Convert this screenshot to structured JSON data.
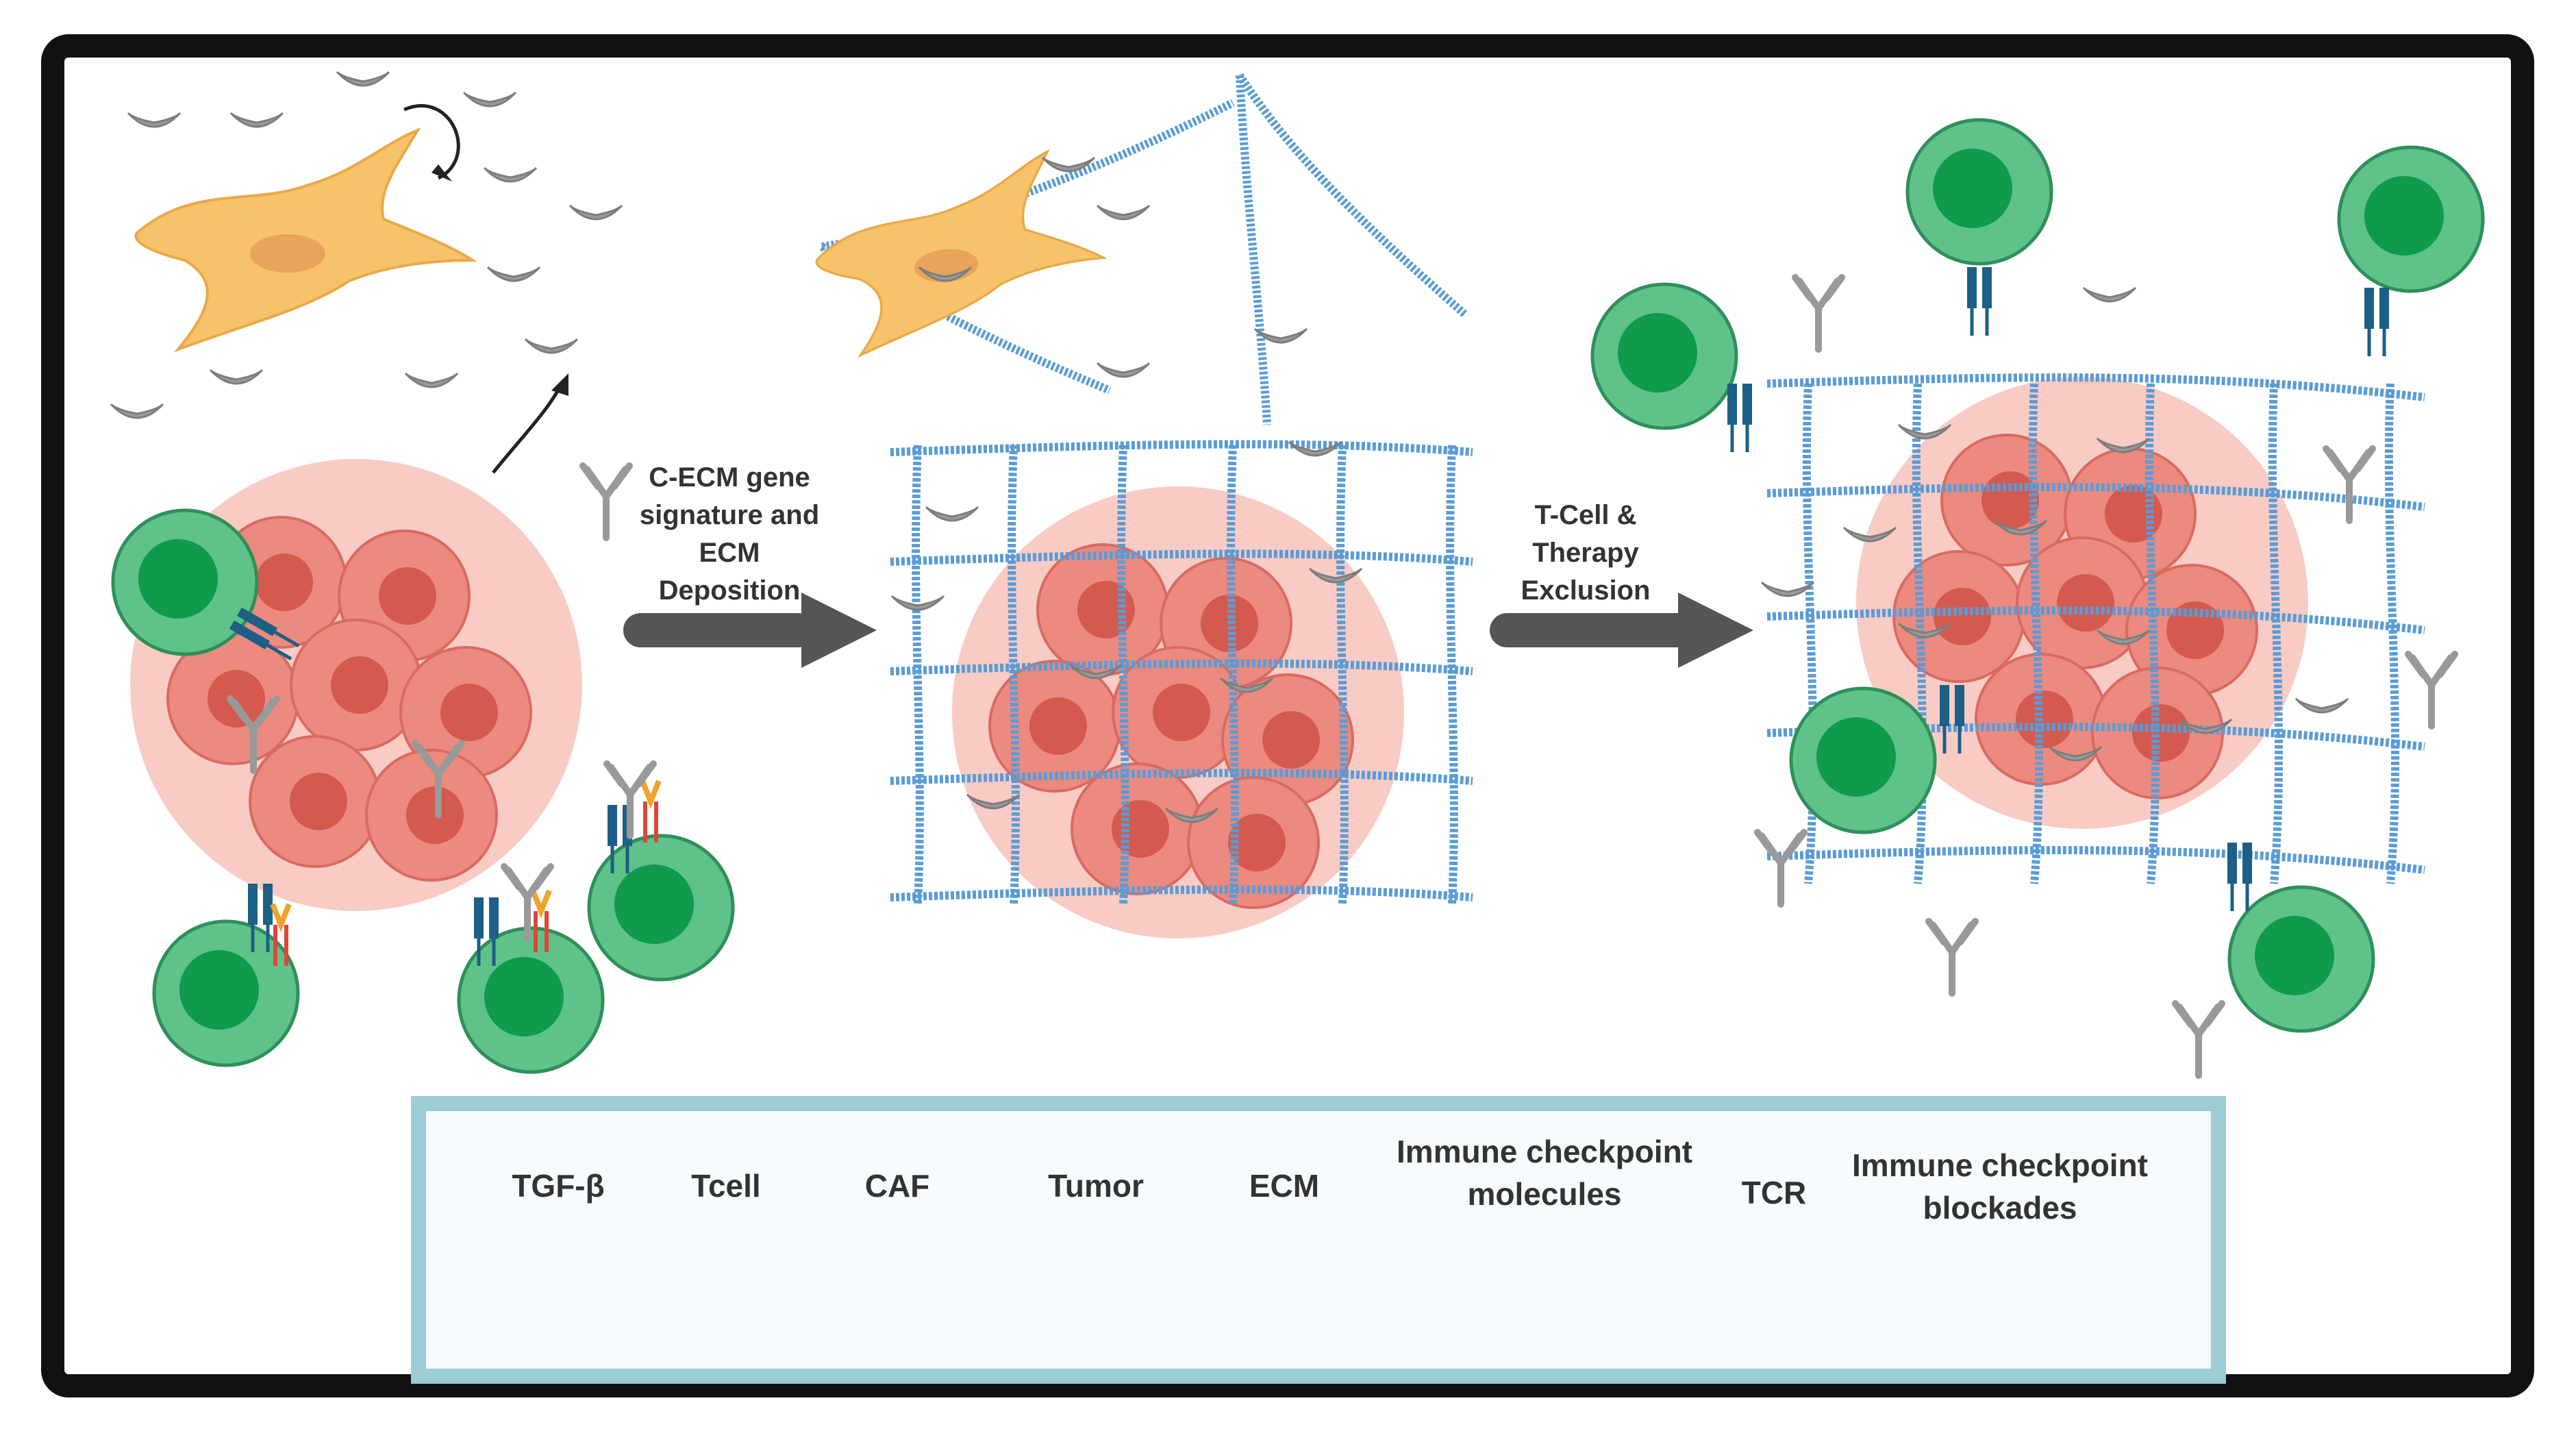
{
  "arrows": {
    "first": "C-ECM gene signature and ECM Deposition",
    "first_lines": [
      "C-ECM gene",
      "signature and",
      "ECM",
      "Deposition"
    ],
    "second": "T-Cell & Therapy Exclusion",
    "second_lines": [
      "T-Cell &",
      "Therapy",
      "Exclusion"
    ]
  },
  "legend": {
    "tgf": "TGF-β",
    "tcell": "Tcell",
    "caf": "CAF",
    "tumor": "Tumor",
    "ecm": "ECM",
    "icm_line1": "Immune checkpoint",
    "icm_line2": "molecules",
    "tcr": "TCR",
    "icb_line1": "Immune checkpoint",
    "icb_line2": "blockades"
  },
  "colors": {
    "tcell_outer": "#5fc28a",
    "tcell_nucleus": "#0f9a4c",
    "tumor": "#e8776d",
    "tumor_halo": "#f7b9b2",
    "caf": "#f7c26a",
    "ecm": "#5a9cd6",
    "tgf": "#9a9a9a",
    "tcr": "#1d5f86",
    "arrow": "#555555",
    "frame": "#111111",
    "legend_border": "#9cccd4"
  }
}
